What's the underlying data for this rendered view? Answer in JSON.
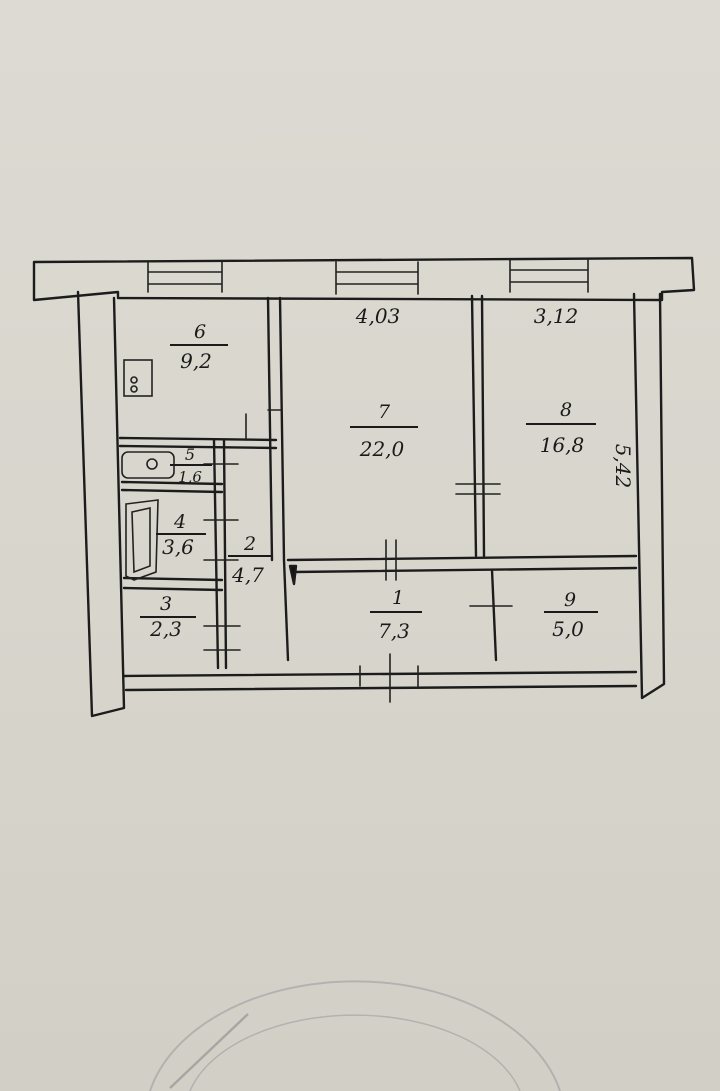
{
  "plan": {
    "rooms": [
      {
        "number": "6",
        "area": "9,2"
      },
      {
        "number": "7",
        "area": "22,0"
      },
      {
        "number": "8",
        "area": "16,8"
      },
      {
        "number": "5",
        "area": "1,6"
      },
      {
        "number": "4",
        "area": "3,6"
      },
      {
        "number": "2",
        "area": "4,7"
      },
      {
        "number": "3",
        "area": "2,3"
      },
      {
        "number": "1",
        "area": "7,3"
      },
      {
        "number": "9",
        "area": "5,0"
      }
    ],
    "dimensions": {
      "top_left": "4,03",
      "top_right": "3,12",
      "right_side": "5,42"
    }
  }
}
